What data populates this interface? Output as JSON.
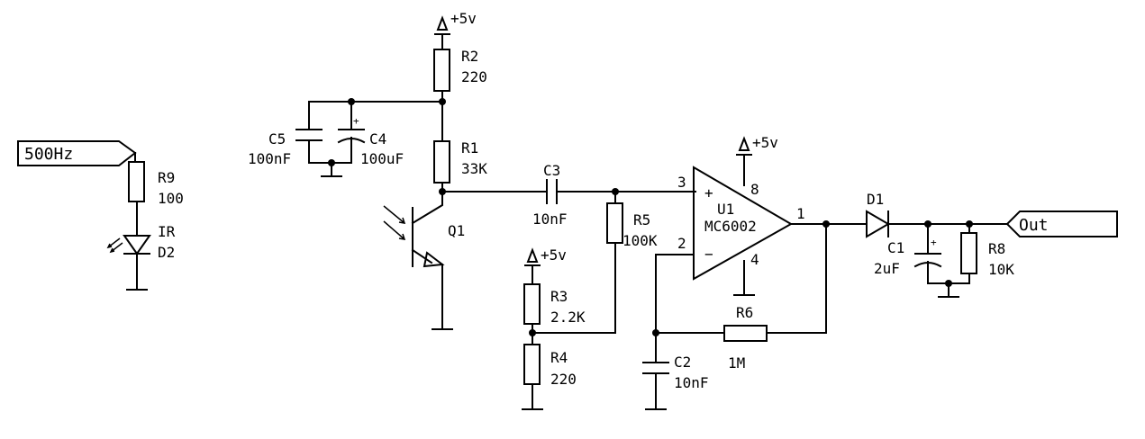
{
  "ports": {
    "in": "500Hz",
    "out": "Out"
  },
  "power": {
    "vcc": "+5v"
  },
  "components": {
    "R9": {
      "ref": "R9",
      "value": "100"
    },
    "D2": {
      "ref": "D2",
      "type": "IR"
    },
    "R2": {
      "ref": "R2",
      "value": "220"
    },
    "R1": {
      "ref": "R1",
      "value": "33K"
    },
    "C5": {
      "ref": "C5",
      "value": "100nF"
    },
    "C4": {
      "ref": "C4",
      "value": "100uF"
    },
    "Q1": {
      "ref": "Q1"
    },
    "C3": {
      "ref": "C3",
      "value": "10nF"
    },
    "R5": {
      "ref": "R5",
      "value": "100K"
    },
    "R3": {
      "ref": "R3",
      "value": "2.2K"
    },
    "R4": {
      "ref": "R4",
      "value": "220"
    },
    "C2": {
      "ref": "C2",
      "value": "10nF"
    },
    "R6": {
      "ref": "R6",
      "value": "1M"
    },
    "U1": {
      "ref": "U1",
      "part": "MC6002",
      "pins": {
        "inp": "3",
        "inn": "2",
        "out": "1",
        "vcc": "8",
        "gnd": "4"
      }
    },
    "D1": {
      "ref": "D1"
    },
    "C1": {
      "ref": "C1",
      "value": "2uF"
    },
    "R8": {
      "ref": "R8",
      "value": "10K"
    }
  },
  "symbols": {
    "plus": "+",
    "minus": "−"
  }
}
